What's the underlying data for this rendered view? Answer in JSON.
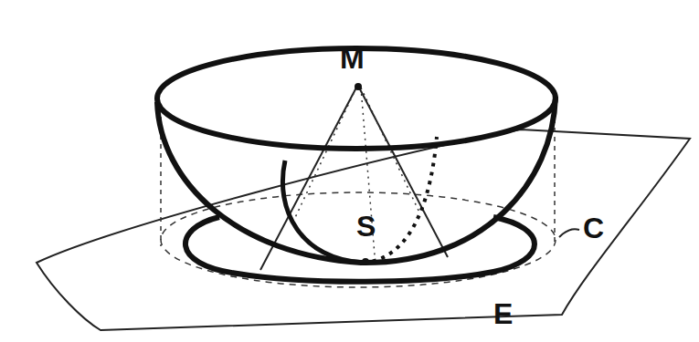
{
  "diagram": {
    "labels": [
      "M",
      "S",
      "C",
      "E"
    ]
  }
}
